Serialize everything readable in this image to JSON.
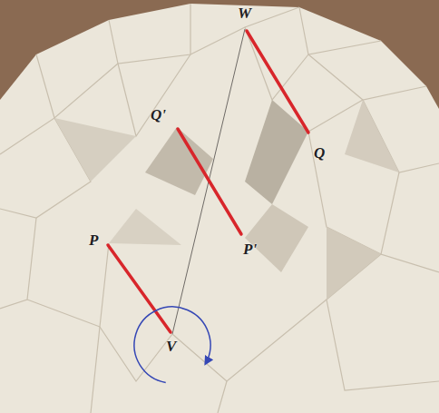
{
  "diagram": {
    "labels": [
      "W",
      "Q'",
      "Q",
      "P",
      "P'",
      "V"
    ]
  }
}
